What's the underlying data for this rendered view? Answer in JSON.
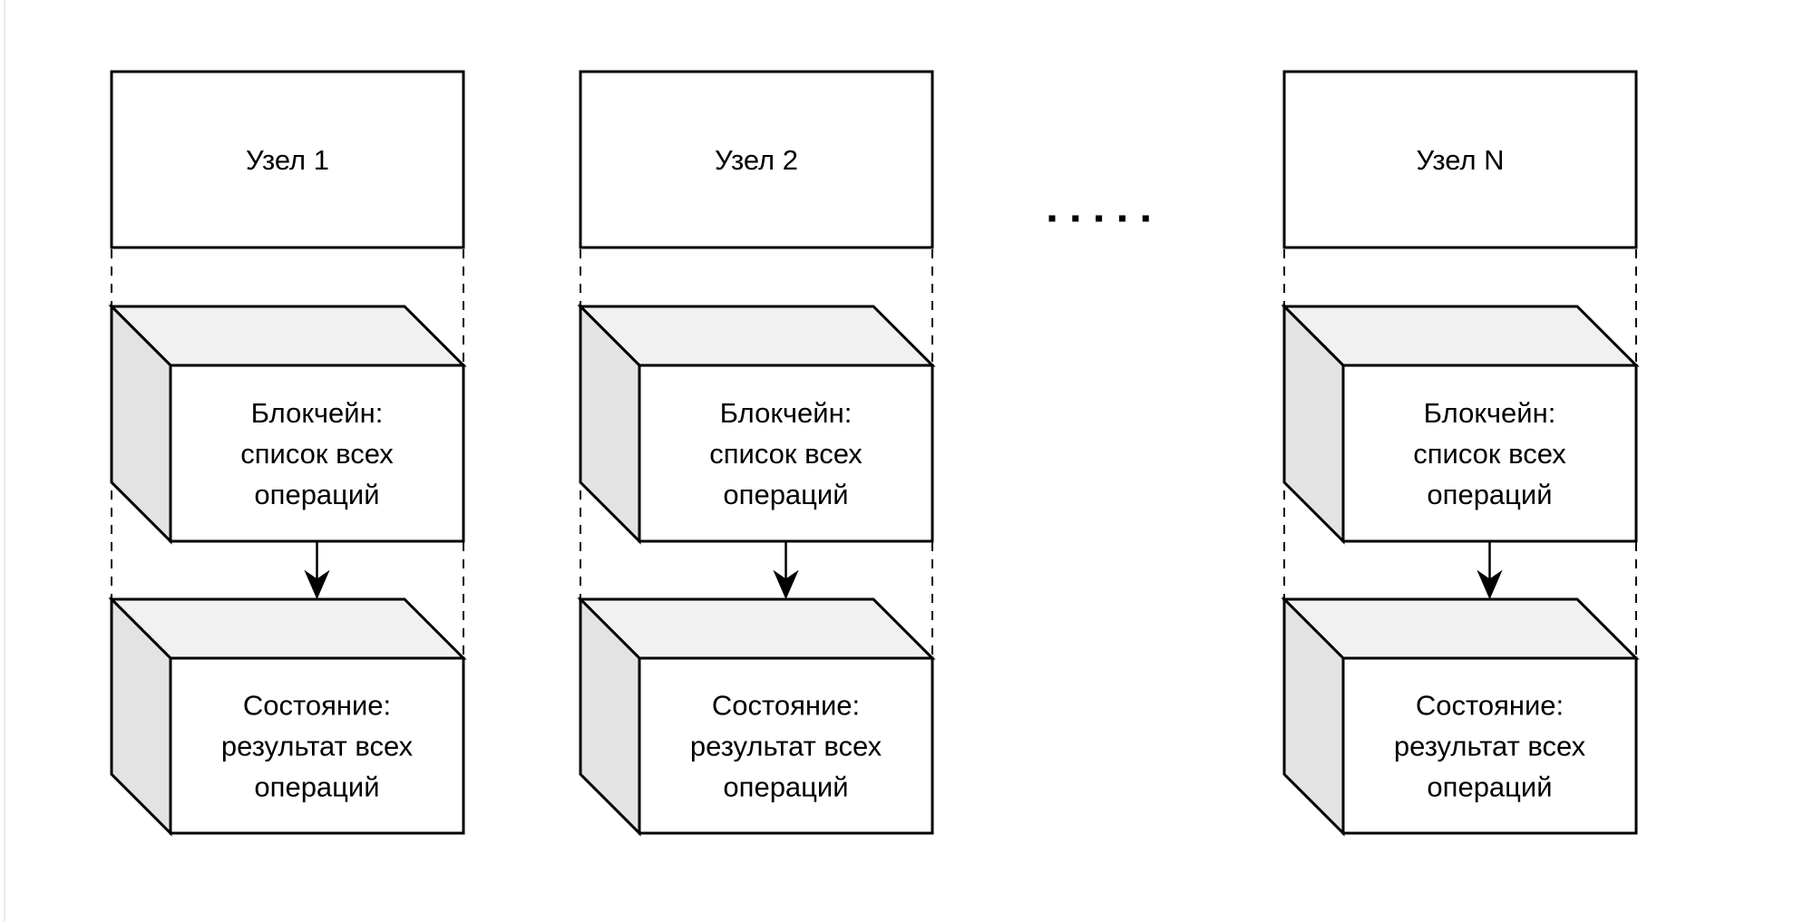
{
  "diagram": {
    "colors": {
      "stroke": "#000000",
      "background": "#ffffff",
      "cube_top_face": "#f1f1f1",
      "cube_side_face": "#e3e3e3",
      "cube_front_face": "#ffffff",
      "frame_line": "#ebebeb"
    },
    "ellipsis": ".....",
    "nodes": [
      {
        "label": "Узел 1",
        "blockchain": {
          "lines": [
            "Блокчейн:",
            "список всех",
            "операций"
          ]
        },
        "state": {
          "lines": [
            "Состояние:",
            "результат всех",
            "операций"
          ]
        }
      },
      {
        "label": "Узел 2",
        "blockchain": {
          "lines": [
            "Блокчейн:",
            "список всех",
            "операций"
          ]
        },
        "state": {
          "lines": [
            "Состояние:",
            "результат всех",
            "операций"
          ]
        }
      },
      {
        "label": "Узел N",
        "blockchain": {
          "lines": [
            "Блокчейн:",
            "список всех",
            "операций"
          ]
        },
        "state": {
          "lines": [
            "Состояние:",
            "результат всех",
            "операций"
          ]
        }
      }
    ],
    "edges": [
      {
        "from": "blockchain",
        "to": "state",
        "type": "arrow"
      }
    ]
  }
}
